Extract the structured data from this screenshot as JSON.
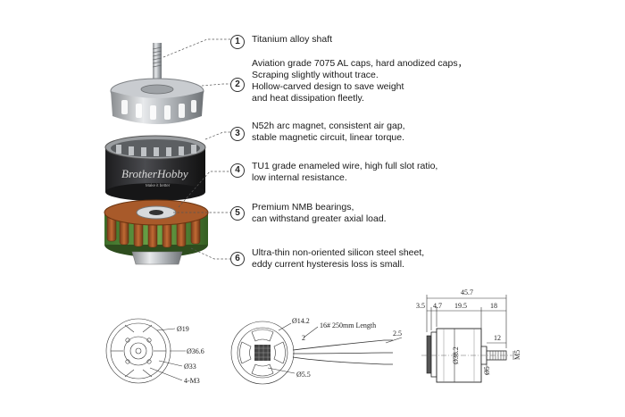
{
  "callouts": [
    {
      "n": "1",
      "lines": [
        "Titanium alloy shaft"
      ]
    },
    {
      "n": "2",
      "lines": [
        "Aviation grade 7075 AL caps, hard anodized caps，",
        "Scraping slightly without trace.",
        "Hollow-carved design to save weight",
        "and heat dissipation fleetly."
      ]
    },
    {
      "n": "3",
      "lines": [
        "N52h arc magnet, consistent air gap,",
        "stable magnetic circuit, linear torque."
      ]
    },
    {
      "n": "4",
      "lines": [
        "TU1 grade enameled wire, high full slot ratio,",
        "low internal resistance."
      ]
    },
    {
      "n": "5",
      "lines": [
        "Premium NMB bearings,",
        "can withstand greater axial load."
      ]
    },
    {
      "n": "6",
      "lines": [
        "Ultra-thin non-oriented silicon steel sheet,",
        "eddy current hysteresis loss is small."
      ]
    }
  ],
  "bell_logo": "BrotherHobby",
  "bell_sub": "Make it better",
  "drawing1": {
    "d1": "Ø19",
    "d2": "Ø36.6",
    "d3": "Ø33",
    "d4": "4-M3"
  },
  "drawing2": {
    "d1": "Ø14.2",
    "d2": "16# 250mm Length",
    "d3": "2",
    "d4": "2.5",
    "d5": "Ø5.5"
  },
  "drawing3": {
    "total": "45.7",
    "w1": "3.5",
    "w2": "4.7",
    "w3": "19.5",
    "w4": "18",
    "dia": "Ø38.2",
    "shaft": "12",
    "dia_shaft": "Ø5",
    "thread": "M5"
  }
}
